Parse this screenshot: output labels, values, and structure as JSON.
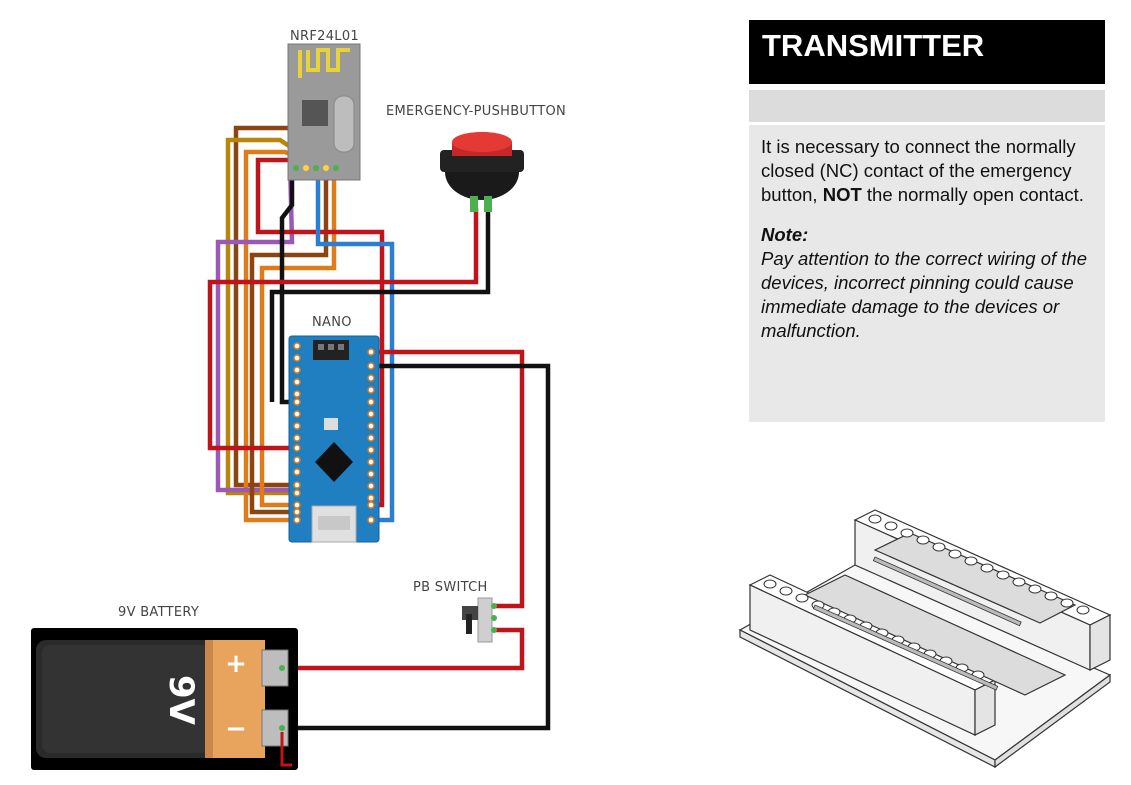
{
  "diagram": {
    "labels": {
      "nrf": "NRF24L01",
      "pushbutton": "EMERGENCY-PUSHBUTTON",
      "nano": "NANO",
      "pb_switch": "PB SWITCH",
      "battery": "9V BATTERY",
      "battery_mark": "9V",
      "battery_plus": "+",
      "battery_minus": "−"
    },
    "wire_colors": {
      "red": "#c0141a",
      "black": "#111111",
      "blue": "#2a7fd4",
      "orange": "#e07b1a",
      "purple": "#9b59b6",
      "brown": "#8b4513",
      "olive": "#b8860b"
    }
  },
  "panel": {
    "title": "TRANSMITTER",
    "para_pre": "It is necessary to connect the normally closed (NC) contact of the emergency button, ",
    "para_bold": "NOT",
    "para_post": " the normally open contact.",
    "note_head": "Note:",
    "note_text": "Pay attention to the correct wiring of the devices, incorrect pinning could cause immediate damage to the devices or malfunction."
  }
}
